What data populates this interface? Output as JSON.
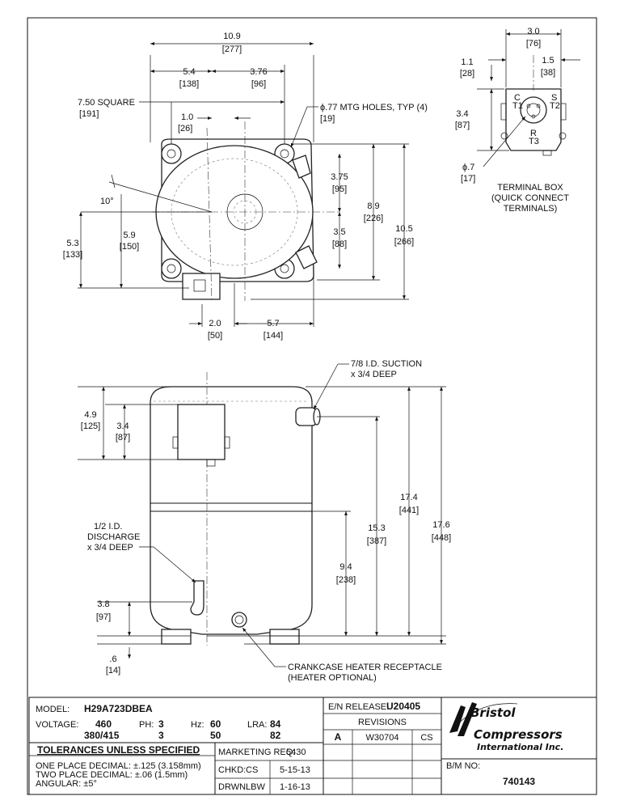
{
  "top_view": {
    "dims": {
      "overall_width": "10.9",
      "overall_width_mm": "[277]",
      "left_half": "5.4",
      "left_half_mm": "[138]",
      "right_offset": "3.76",
      "right_offset_mm": "[96]",
      "square_label": "7.50  SQUARE",
      "square_mm": "[191]",
      "offset_small": "1.0",
      "offset_small_mm": "[26]",
      "mtg_holes": "ϕ.77 MTG HOLES, TYP (4)",
      "mtg_holes_mm": "[19]",
      "angle": "10°",
      "v_left_outer": "5.3",
      "v_left_outer_mm": "[133]",
      "v_left_inner": "5.9",
      "v_left_inner_mm": "[150]",
      "r_upper": "3.75",
      "r_upper_mm": "[95]",
      "r_lower": "3.5",
      "r_lower_mm": "[88]",
      "r_mid": "8.9",
      "r_mid_mm": "[226]",
      "r_outer": "10.5",
      "r_outer_mm": "[266]",
      "b_left": "2.0",
      "b_left_mm": "[50]",
      "b_right": "5.7",
      "b_right_mm": "[144]"
    }
  },
  "terminal_box": {
    "dims": {
      "width": "3.0",
      "width_mm": "[76]",
      "left": "1.1",
      "left_mm": "[28]",
      "right": "1.5",
      "right_mm": "[38]",
      "height": "3.4",
      "height_mm": "[87]",
      "hole": "ϕ.7",
      "hole_mm": "[17]"
    },
    "terminals": {
      "c": "C",
      "t1": "T1",
      "s": "S",
      "t2": "T2",
      "r": "R",
      "t3": "T3"
    },
    "caption": [
      "TERMINAL BOX",
      "(QUICK CONNECT",
      "TERMINALS)"
    ]
  },
  "side_view": {
    "suction": [
      "7/8 I.D. SUCTION",
      "x 3/4 DEEP"
    ],
    "discharge": [
      "1/2 I.D.",
      "DISCHARGE",
      "x 3/4 DEEP"
    ],
    "heater": [
      "CRANKCASE HEATER RECEPTACLE",
      "(HEATER OPTIONAL)"
    ],
    "dims": {
      "top_left": "4.9",
      "top_left_mm": "[125]",
      "box_height": "3.4",
      "box_height_mm": "[87]",
      "discharge_h": "3.8",
      "discharge_h_mm": "[97]",
      "foot": ".6",
      "foot_mm": "[14]",
      "d_9_4": "9.4",
      "d_9_4_mm": "[238]",
      "d_15_3": "15.3",
      "d_15_3_mm": "[387]",
      "d_17_4": "17.4",
      "d_17_4_mm": "[441]",
      "d_17_6": "17.6",
      "d_17_6_mm": "[448]"
    }
  },
  "title_block": {
    "model_label": "MODEL:",
    "model_value": "H29A723DBEA",
    "voltage_label": "VOLTAGE:",
    "voltage_1": "460",
    "voltage_2": "380/415",
    "ph_label": "PH:",
    "ph_1": "3",
    "ph_2": "3",
    "hz_label": "Hz:",
    "hz_1": "60",
    "hz_2": "50",
    "lra_label": "LRA:",
    "lra_1": "84",
    "lra_2": "82",
    "tolerances_title": "TOLERANCES  UNLESS  SPECIFIED",
    "tol_one": "ONE PLACE DECIMAL: ±.125 (3.158mm)",
    "tol_two": "TWO PLACE DECIMAL: ±.06 (1.5mm)",
    "tol_ang": "ANGULAR: ±5°",
    "marketing_label": "MARKETING REQ:",
    "marketing_value": "5430",
    "chkd_label": "CHKD:",
    "chkd_value": "CS",
    "chkd_date": "5-15-13",
    "drwn_label": "DRWN:",
    "drwn_value": "LBW",
    "drwn_date": "1-16-13",
    "en_label": "E/N RELEASE:",
    "en_value": "U20405",
    "revisions_label": "REVISIONS",
    "rev_letter": "A",
    "rev_number": "W30704",
    "rev_by": "CS",
    "bm_label": "B/M NO:",
    "bm_value": "740143",
    "logo_line1": "Bristol",
    "logo_line2": "Compressors",
    "logo_line3": "International Inc."
  }
}
